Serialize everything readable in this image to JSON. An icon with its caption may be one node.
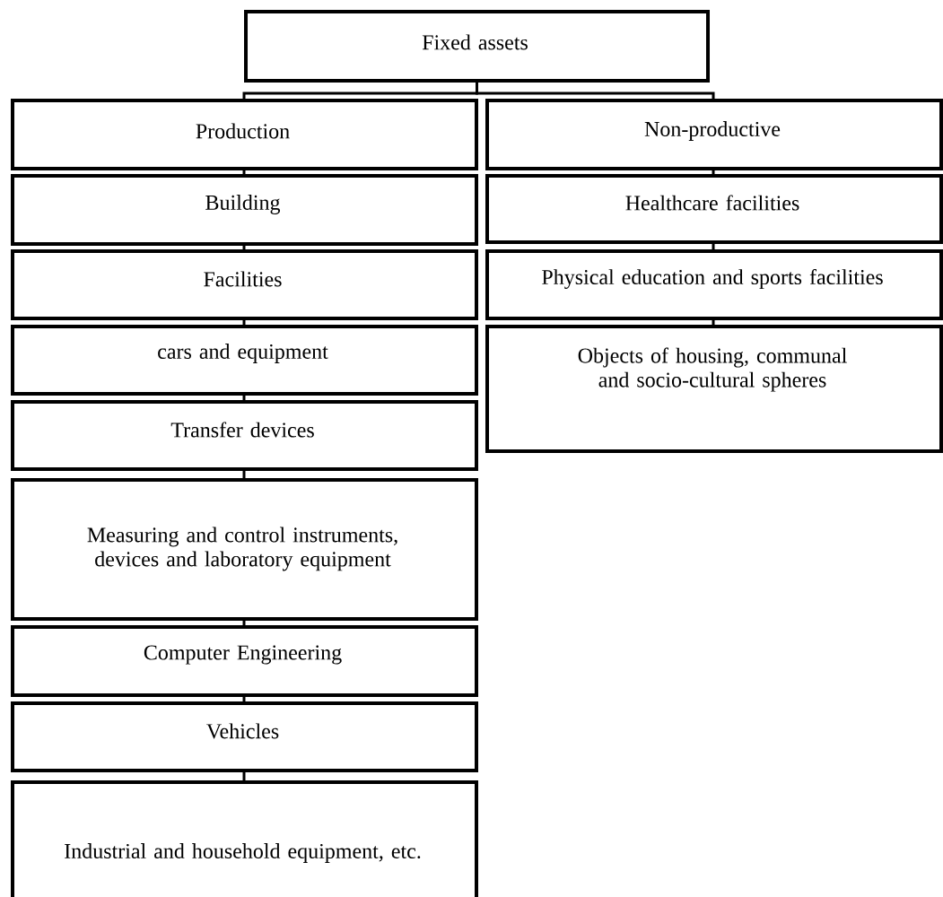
{
  "diagram": {
    "nodes": [
      {
        "text": [
          "Fixed assets"
        ]
      },
      {
        "text": [
          "Production"
        ]
      },
      {
        "text": [
          "Non-productive"
        ]
      },
      {
        "text": [
          "Building"
        ]
      },
      {
        "text": [
          "Healthcare facilities"
        ]
      },
      {
        "text": [
          "Facilities"
        ]
      },
      {
        "text": [
          "Physical education and sports facilities"
        ]
      },
      {
        "text": [
          "cars and equipment"
        ]
      },
      {
        "text": [
          "Objects of housing, communal and socio-cultural spheres"
        ]
      },
      {
        "text": [
          "Transfer devices"
        ]
      },
      {
        "text": [
          "Measuring and control instruments, devices and laboratory equipment"
        ]
      },
      {
        "text": [
          "Computer Engineering"
        ]
      },
      {
        "text": [
          "Vehicles"
        ]
      },
      {
        "text": [
          "Industrial and household equipment, etc."
        ]
      }
    ],
    "edges": [
      {
        "from": 0,
        "to": 1,
        "arrow": "none"
      },
      {
        "from": 0,
        "to": 2,
        "arrow": "none"
      },
      {
        "from": 1,
        "to": 3,
        "arrow": "none"
      },
      {
        "from": 3,
        "to": 5,
        "arrow": "none"
      },
      {
        "from": 5,
        "to": 7,
        "arrow": "none"
      },
      {
        "from": 7,
        "to": 9,
        "arrow": "none"
      },
      {
        "from": 9,
        "to": 10,
        "arrow": "none"
      },
      {
        "from": 10,
        "to": 11,
        "arrow": "none"
      },
      {
        "from": 11,
        "to": 12,
        "arrow": "none"
      },
      {
        "from": 12,
        "to": 13,
        "arrow": "none"
      },
      {
        "from": 2,
        "to": 4,
        "arrow": "none"
      },
      {
        "from": 4,
        "to": 6,
        "arrow": "none"
      },
      {
        "from": 6,
        "to": 8,
        "arrow": "none"
      }
    ]
  }
}
